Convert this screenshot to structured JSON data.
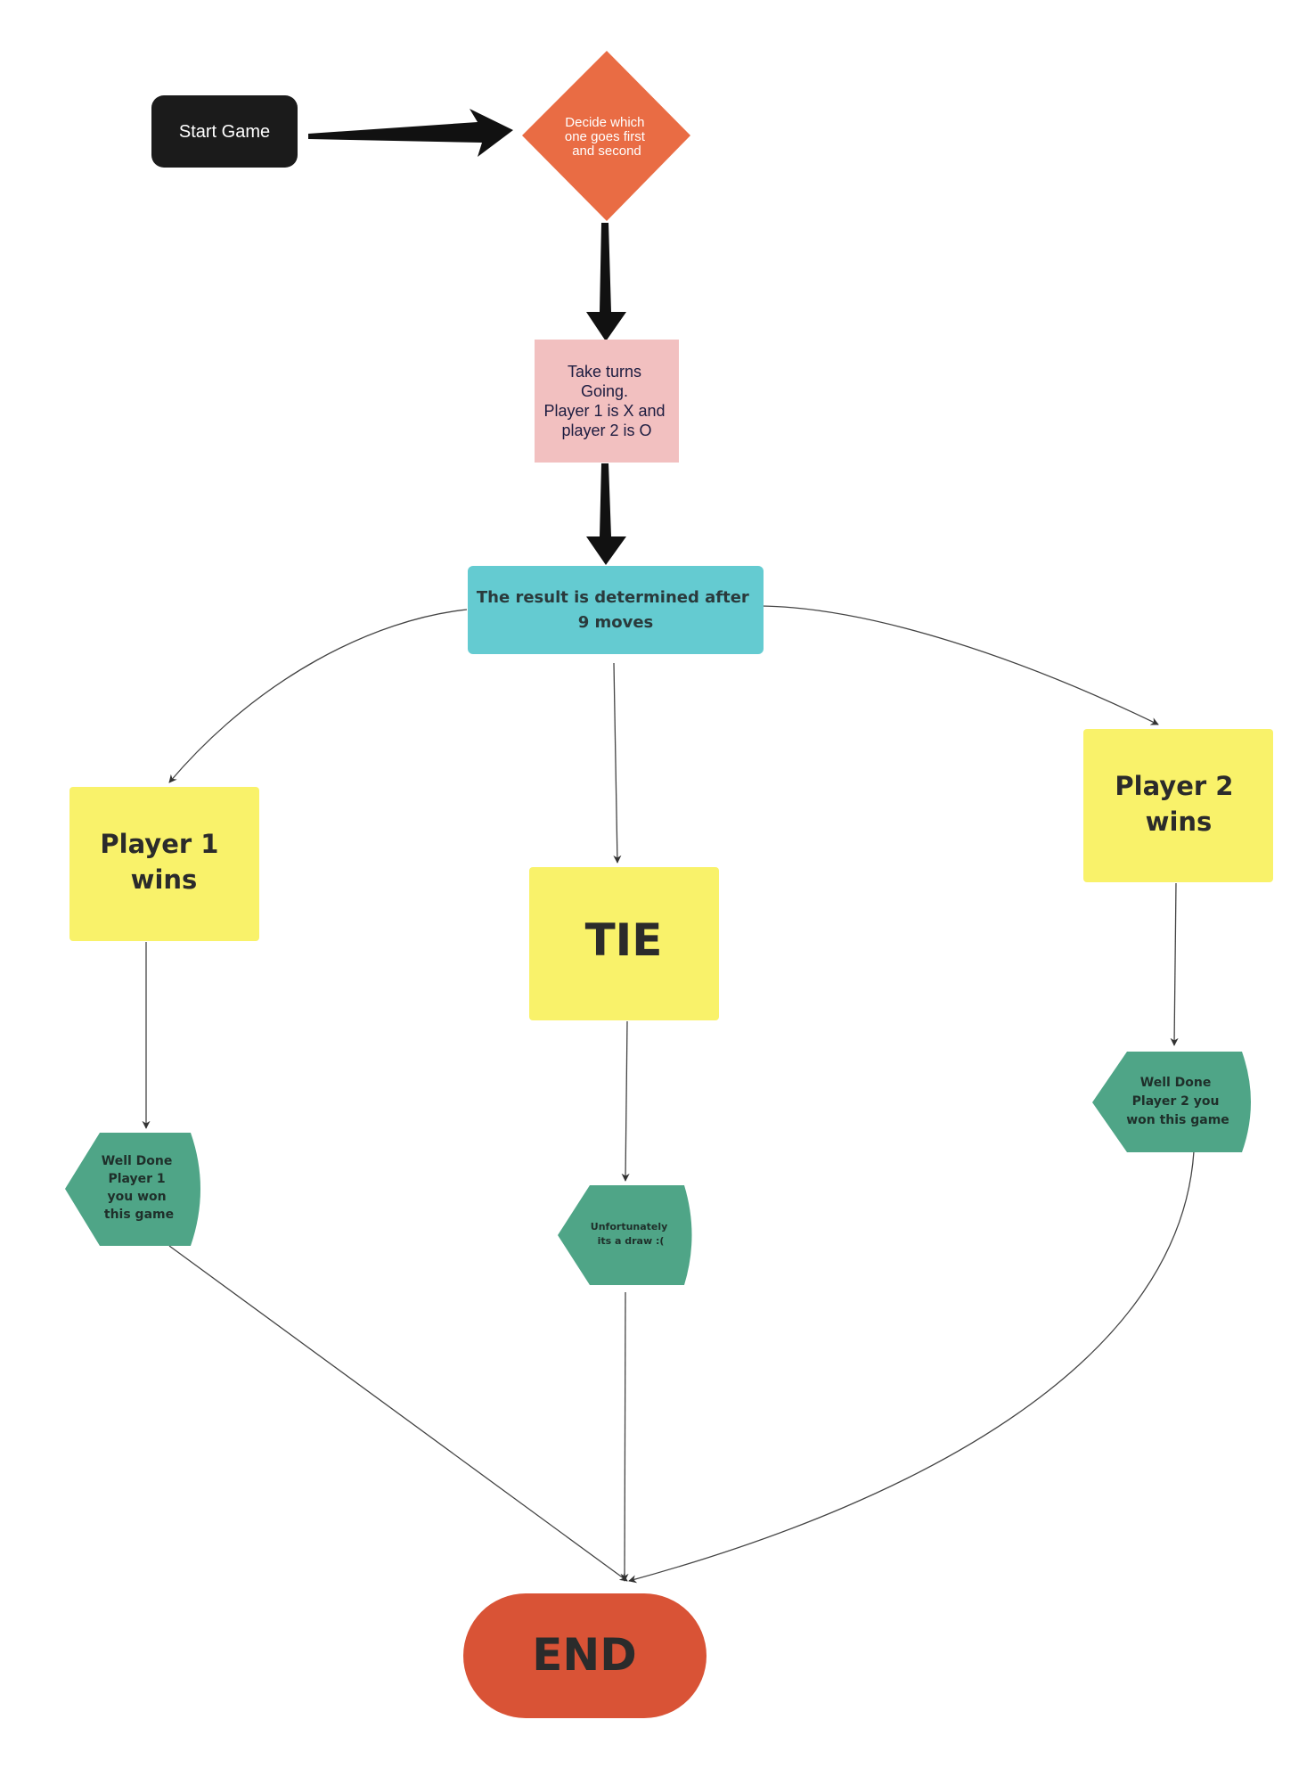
{
  "nodes": {
    "start": {
      "lines": [
        "Start Game"
      ],
      "color": "#1b1b1b",
      "text_color": "#ffffff"
    },
    "decide": {
      "lines": [
        "Decide which",
        "one goes first",
        "and second"
      ],
      "color": "#e96c44",
      "text_color": "#ffffff"
    },
    "turns": {
      "lines": [
        "Take turns",
        "Going.",
        "Player 1 is X and",
        "player 2 is O"
      ],
      "color": "#f2c0c0",
      "text_color": "#1c1c40"
    },
    "result": {
      "lines": [
        "The result is determined after",
        "9 moves"
      ],
      "color": "#64cbd1",
      "text_color": "#2a3a3c"
    },
    "p1wins": {
      "lines": [
        "Player 1",
        "wins"
      ],
      "color": "#f9f26a",
      "text_color": "#2b2b2b"
    },
    "tie": {
      "lines": [
        "TIE"
      ],
      "color": "#f9f26a",
      "text_color": "#2b2b2b"
    },
    "p2wins": {
      "lines": [
        "Player 2",
        "wins"
      ],
      "color": "#f9f26a",
      "text_color": "#2b2b2b"
    },
    "msg_p1": {
      "lines": [
        "Well Done",
        "Player 1",
        "you won",
        "this game"
      ],
      "color": "#4fa587",
      "text_color": "#1f2f2a"
    },
    "msg_tie": {
      "lines": [
        "Unfortunately",
        "its a draw :("
      ],
      "color": "#4fa587",
      "text_color": "#1f2f2a"
    },
    "msg_p2": {
      "lines": [
        "Well Done",
        "Player 2 you",
        "won this game"
      ],
      "color": "#4fa587",
      "text_color": "#1f2f2a"
    },
    "end": {
      "lines": [
        "END"
      ],
      "color": "#d95336",
      "text_color": "#2b2b2b"
    }
  },
  "edges": [
    {
      "from": "start",
      "to": "decide",
      "style": "thick"
    },
    {
      "from": "decide",
      "to": "turns",
      "style": "thick"
    },
    {
      "from": "turns",
      "to": "result",
      "style": "thick"
    },
    {
      "from": "result",
      "to": "p1wins",
      "style": "thin"
    },
    {
      "from": "result",
      "to": "tie",
      "style": "thin"
    },
    {
      "from": "result",
      "to": "p2wins",
      "style": "thin"
    },
    {
      "from": "p1wins",
      "to": "msg_p1",
      "style": "thin"
    },
    {
      "from": "tie",
      "to": "msg_tie",
      "style": "thin"
    },
    {
      "from": "p2wins",
      "to": "msg_p2",
      "style": "thin"
    },
    {
      "from": "msg_p1",
      "to": "end",
      "style": "thin"
    },
    {
      "from": "msg_tie",
      "to": "end",
      "style": "thin"
    },
    {
      "from": "msg_p2",
      "to": "end",
      "style": "thin"
    }
  ]
}
